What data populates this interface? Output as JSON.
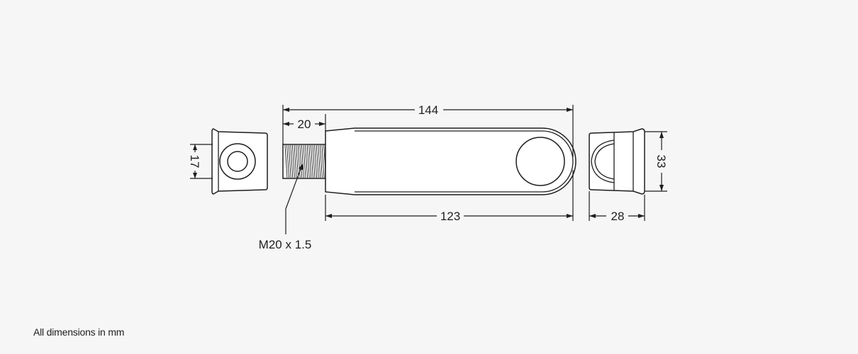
{
  "diagram": {
    "dimensions": {
      "overall_length": "144",
      "thread_length": "20",
      "body_length": "123",
      "nut_hole": "17",
      "cap_height": "33",
      "cap_width": "28"
    },
    "callouts": {
      "thread_spec": "M20 x 1.5"
    }
  },
  "footnote": "All dimensions in mm"
}
